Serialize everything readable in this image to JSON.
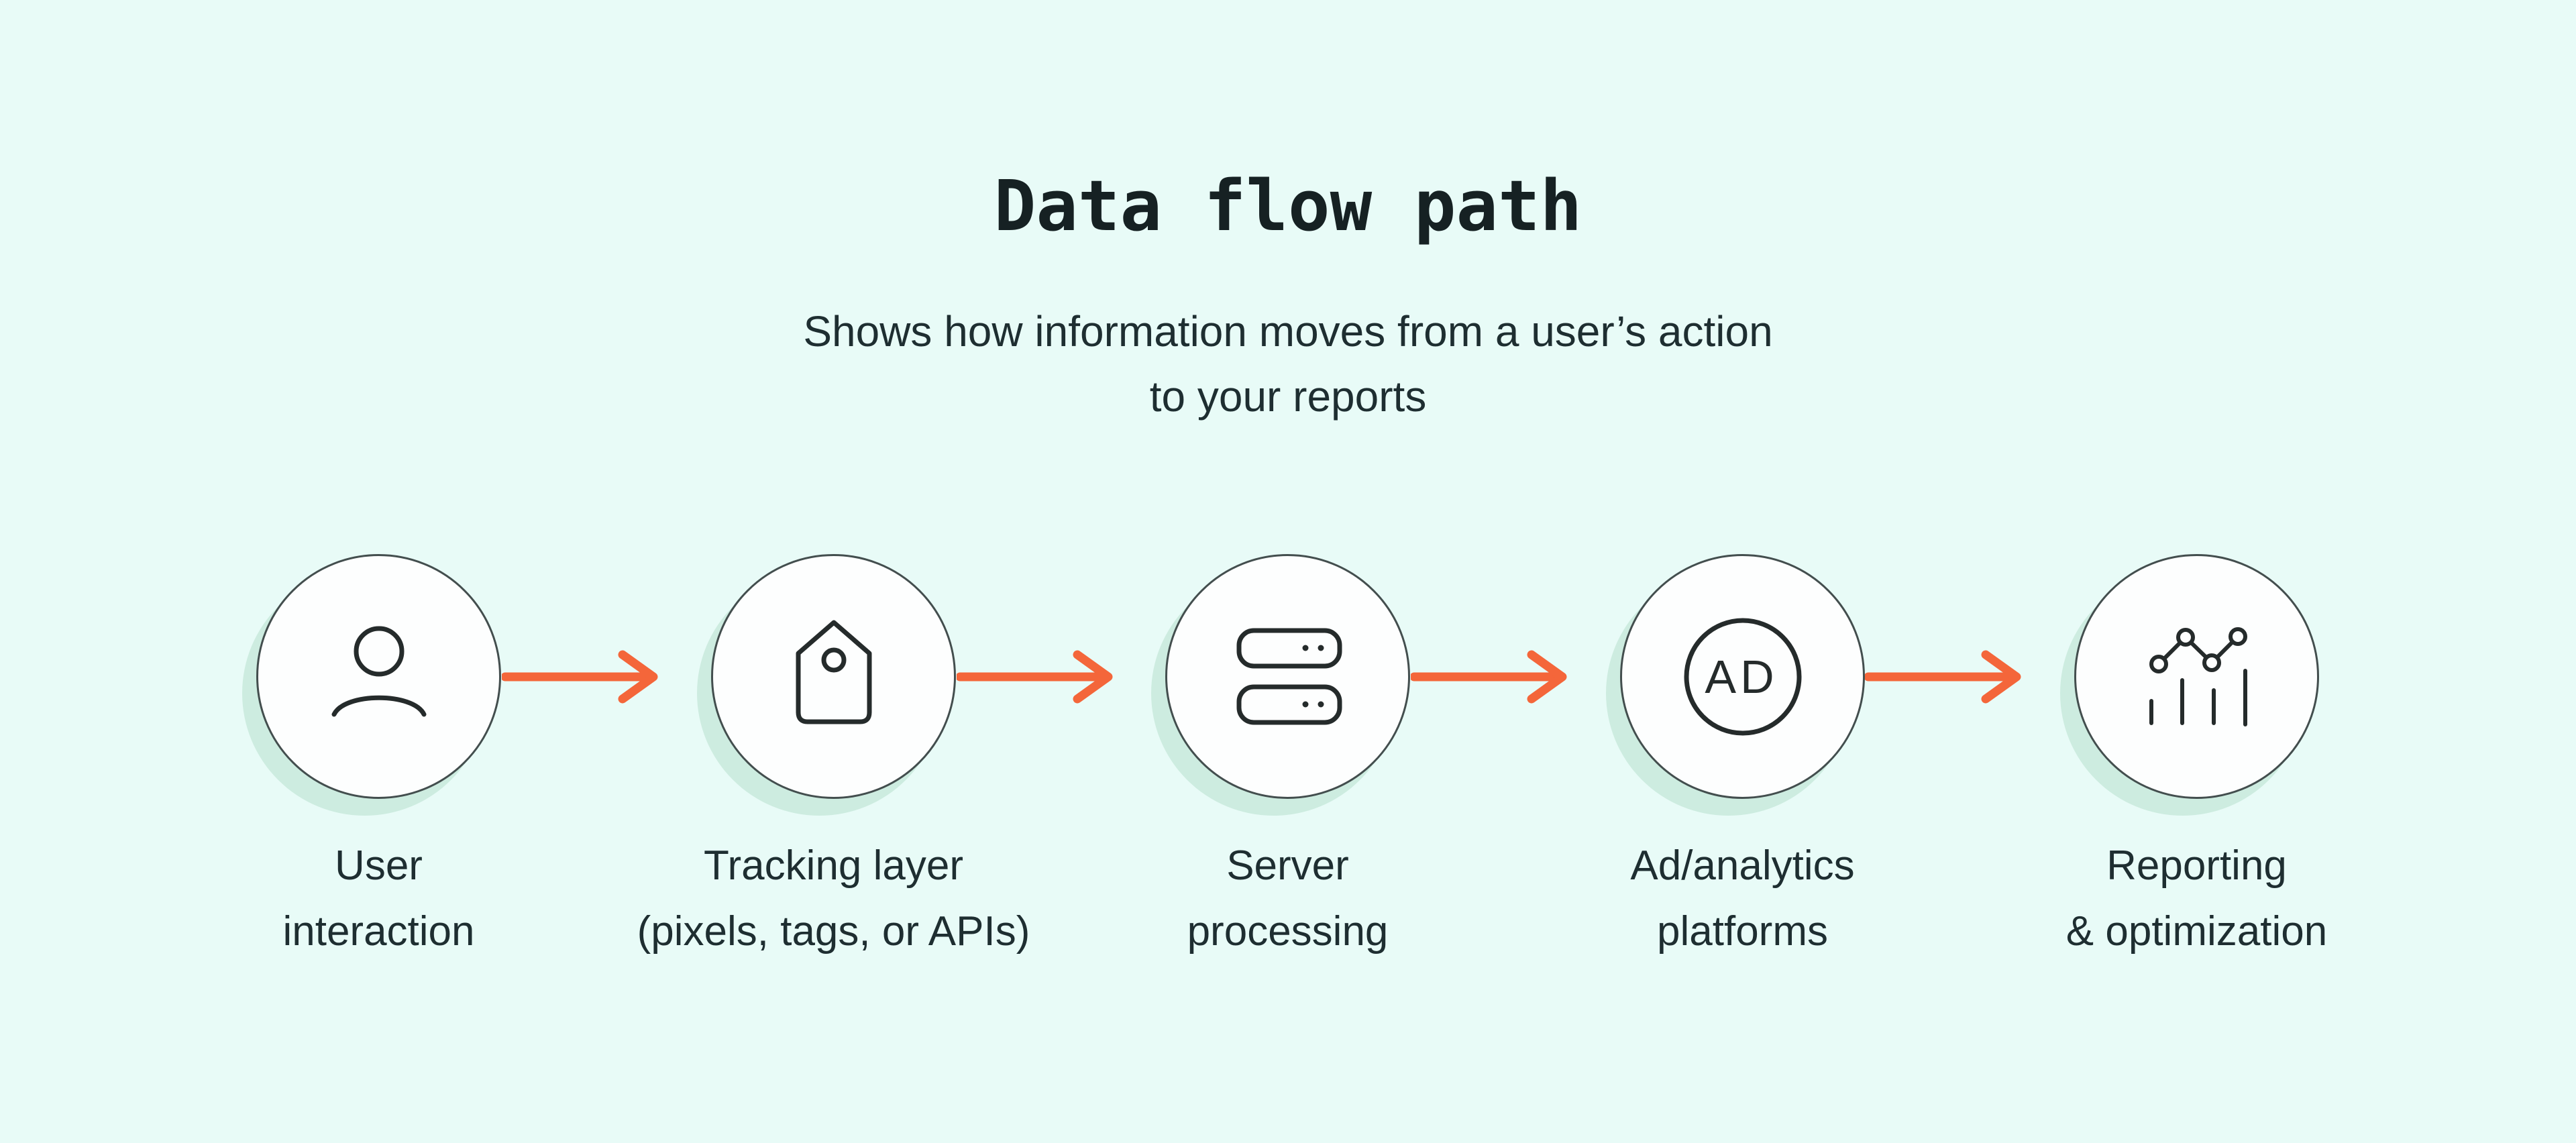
{
  "page": {
    "background": "#e8fbf7"
  },
  "header": {
    "title": "Data flow path",
    "subtitle_line1": "Shows how information moves from a user’s action",
    "subtitle_line2": "to your reports"
  },
  "colors": {
    "bg": "#e8fbf7",
    "arrow": "#f4663a",
    "node_fill": "#fdfefe",
    "node_border": "#434e4e",
    "node_shadow": "#cdece0",
    "icon_stroke": "#252b2b",
    "text_title": "#162123",
    "text_body": "#1e2e31"
  },
  "nodes": [
    {
      "icon": "user-icon",
      "label_line1": "User",
      "label_line2": "interaction"
    },
    {
      "icon": "tag-icon",
      "label_line1": "Tracking layer",
      "label_line2": "(pixels, tags, or APIs)"
    },
    {
      "icon": "server-icon",
      "label_line1": "Server",
      "label_line2": "processing"
    },
    {
      "icon": "ad-icon",
      "icon_text": "AD",
      "label_line1": "Ad/analytics",
      "label_line2": "platforms"
    },
    {
      "icon": "chart-icon",
      "label_line1": "Reporting",
      "label_line2": "& optimization"
    }
  ]
}
